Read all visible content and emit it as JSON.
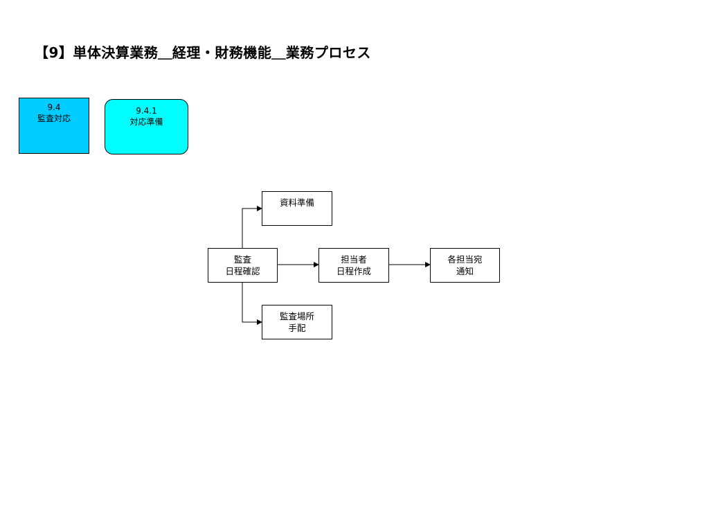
{
  "title": "【9】単体決算業務＿経理・財務機能＿業務プロセス",
  "section": {
    "number": "9.4",
    "name": "監査対応"
  },
  "subsection": {
    "number": "9.4.1",
    "name": "対応準備"
  },
  "flow": {
    "audit_schedule": {
      "line1": "監査",
      "line2": "日程確認"
    },
    "materials": {
      "line1": "資料準備"
    },
    "staff_schedule": {
      "line1": "担当者",
      "line2": "日程作成"
    },
    "venue": {
      "line1": "監査場所",
      "line2": "手配"
    },
    "notify": {
      "line1": "各担当宛",
      "line2": "通知"
    }
  }
}
